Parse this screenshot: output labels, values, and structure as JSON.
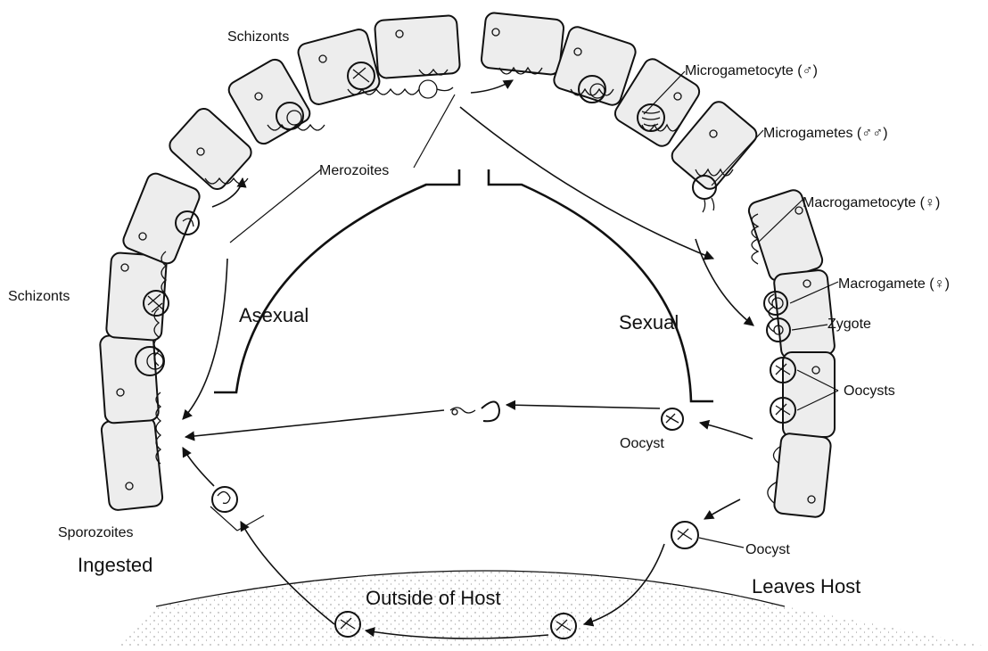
{
  "labels": {
    "schizonts_top": "Schizonts",
    "schizonts_left": "Schizonts",
    "merozoites": "Merozoites",
    "microgametocyte": "Microgametocyte (♂)",
    "microgametes": "Microgametes (♂♂)",
    "macrogametocyte": "Macrogametocyte (♀)",
    "macrogamete": "Macrogamete (♀)",
    "zygote": "Zygote",
    "oocysts": "Oocysts",
    "oocyst_center": "Oocyst",
    "oocyst_lower": "Oocyst",
    "sporozoites": "Sporozoites"
  },
  "phases": {
    "asexual": "Asexual",
    "sexual": "Sexual"
  },
  "stages": {
    "ingested": "Ingested",
    "outside_host": "Outside of Host",
    "leaves_host": "Leaves Host"
  }
}
